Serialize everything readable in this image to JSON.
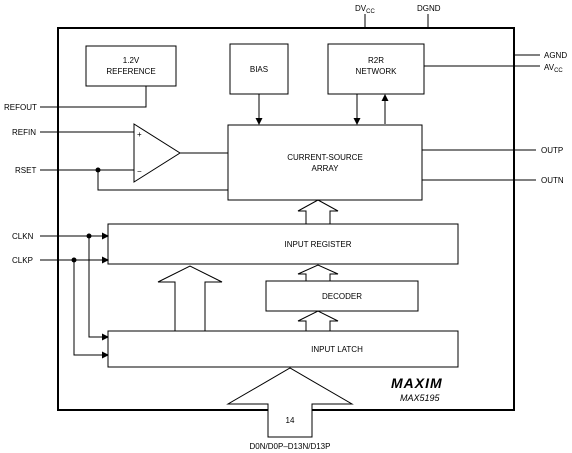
{
  "supply": {
    "dvcc_main": "DV",
    "dvcc_sub": "CC",
    "dgnd": "DGND",
    "agnd": "AGND",
    "avcc_main": "AV",
    "avcc_sub": "CC"
  },
  "pins": {
    "refout": "REFOUT",
    "refin": "REFIN",
    "rset": "RSET",
    "clkn": "CLKN",
    "clkp": "CLKP",
    "outp": "OUTP",
    "outn": "OUTN",
    "data_bus": "D0N/D0P–D13N/D13P",
    "bus_width": "14"
  },
  "blocks": {
    "reference_line1": "1.2V",
    "reference_line2": "REFERENCE",
    "bias": "BIAS",
    "r2r_line1": "R2R",
    "r2r_line2": "NETWORK",
    "current_source_line1": "CURRENT-SOURCE",
    "current_source_line2": "ARRAY",
    "input_register": "INPUT REGISTER",
    "decoder": "DECODER",
    "input_latch": "INPUT LATCH"
  },
  "opamp": {
    "plus": "+",
    "minus": "−"
  },
  "branding": {
    "logo": "MAXIM",
    "part_number": "MAX5195"
  }
}
